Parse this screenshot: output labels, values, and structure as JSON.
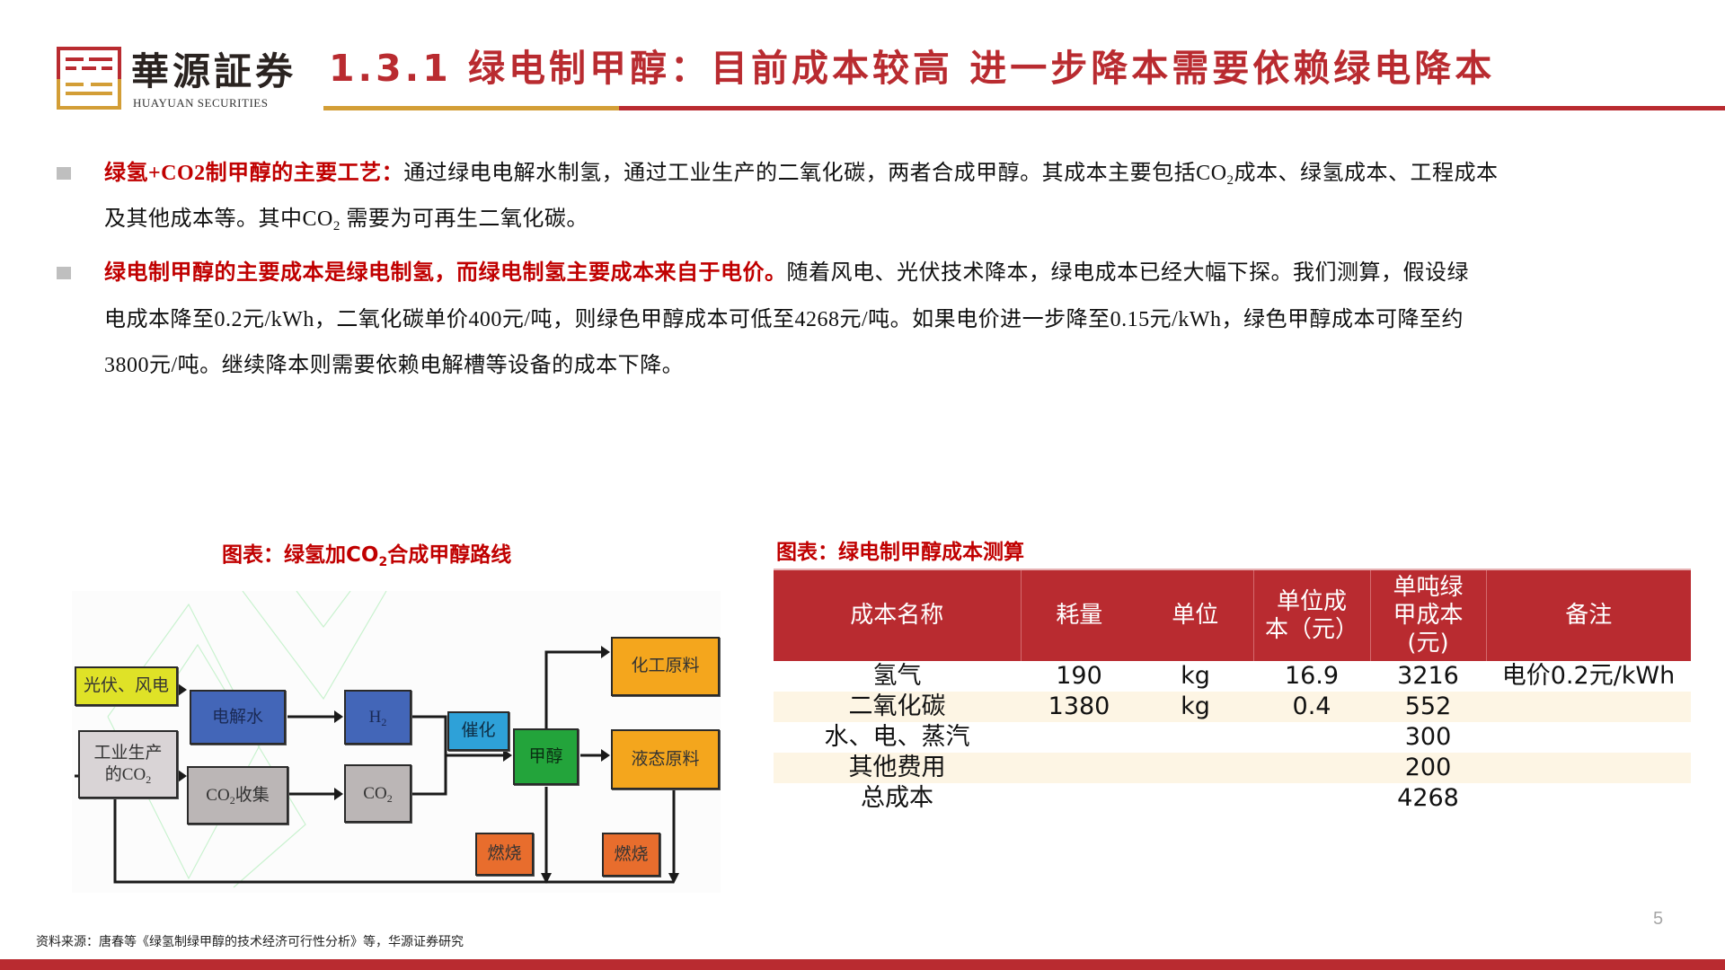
{
  "header": {
    "logo": {
      "name": "華源証券",
      "subtitle": "HUAYUAN SECURITIES",
      "colors": {
        "top": "#b92b30",
        "bottom": "#d39e36"
      }
    },
    "title": "1.3.1 绿电制甲醇：目前成本较高 进一步降本需要依赖绿电降本",
    "accent_colors": {
      "red": "#b92b30",
      "gold": "#d39e36"
    }
  },
  "bullets": [
    {
      "emphasis": "绿氢+CO2制甲醇的主要工艺：",
      "lines": [
        {
          "before": "通过绿电电解水制氢，通过工业生产的二氧化碳，两者合成甲醇。其成本主要包括CO",
          "sub": "2",
          "after": "成本、绿氢成本、工程成本"
        },
        {
          "before": "及其他成本等。其中CO",
          "sub": "2",
          "after": " 需要为可再生二氧化碳。"
        }
      ]
    },
    {
      "emphasis": "绿电制甲醇的主要成本是绿电制氢，而绿电制氢主要成本来自于电价。",
      "lines": [
        {
          "text": "随着风电、光伏技术降本，绿电成本已经大幅下探。我们测算，假设绿"
        },
        {
          "text": "电成本降至0.2元/kWh，二氧化碳单价400元/吨，则绿色甲醇成本可低至4268元/吨。如果电价进一步降至0.15元/kWh，绿色甲醇成本可降至约"
        },
        {
          "text": "3800元/吨。继续降本则需要依赖电解槽等设备的成本下降。"
        }
      ]
    }
  ],
  "left_figure": {
    "title_before": "图表：绿氢加CO",
    "title_sub": "2",
    "title_after": "合成甲醇路线",
    "nodes": {
      "pv_wind": "光伏、风电",
      "electrolysis": "电解水",
      "h2": "H",
      "h2_sub": "2",
      "industrial_co2_line1": "工业生产",
      "industrial_co2_line2": "的CO",
      "industrial_co2_sub": "2",
      "co2_capture": "CO",
      "co2_capture_sub": "2",
      "co2_capture_after": "收集",
      "co2": "CO",
      "co2_sub": "2",
      "catalysis": "催化",
      "methanol": "甲醇",
      "chemical_feedstock": "化工原料",
      "liquid_feedstock": "液态原料",
      "combustion_1": "燃烧",
      "combustion_2": "燃烧"
    }
  },
  "right_table": {
    "title": "图表：绿电制甲醇成本测算",
    "columns": [
      "成本名称",
      "耗量",
      "单位",
      "单位成本（元）",
      "单吨绿甲成本(元)",
      "备注"
    ],
    "header_display": {
      "unit_cost": [
        "单位成",
        "本（元）"
      ],
      "ton_cost": [
        "单吨绿",
        "甲成本",
        "(元)"
      ]
    },
    "rows": [
      {
        "name": "氢气",
        "consumption": "190",
        "unit": "kg",
        "unit_cost": "16.9",
        "ton_cost": "3216",
        "note": "电价0.2元/kWh"
      },
      {
        "name": "二氧化碳",
        "consumption": "1380",
        "unit": "kg",
        "unit_cost": "0.4",
        "ton_cost": "552",
        "note": ""
      },
      {
        "name": "水、电、蒸汽",
        "consumption": "",
        "unit": "",
        "unit_cost": "",
        "ton_cost": "300",
        "note": ""
      },
      {
        "name": "其他费用",
        "consumption": "",
        "unit": "",
        "unit_cost": "",
        "ton_cost": "200",
        "note": ""
      },
      {
        "name": "总成本",
        "consumption": "",
        "unit": "",
        "unit_cost": "",
        "ton_cost": "4268",
        "note": ""
      }
    ],
    "colors": {
      "header_bg": "#b92b30",
      "alt_row_bg": "#fdf5e4"
    }
  },
  "footer": {
    "source": "资料来源：唐春等《绿氢制绿甲醇的技术经济可行性分析》等，华源证券研究",
    "page_number": "5"
  }
}
